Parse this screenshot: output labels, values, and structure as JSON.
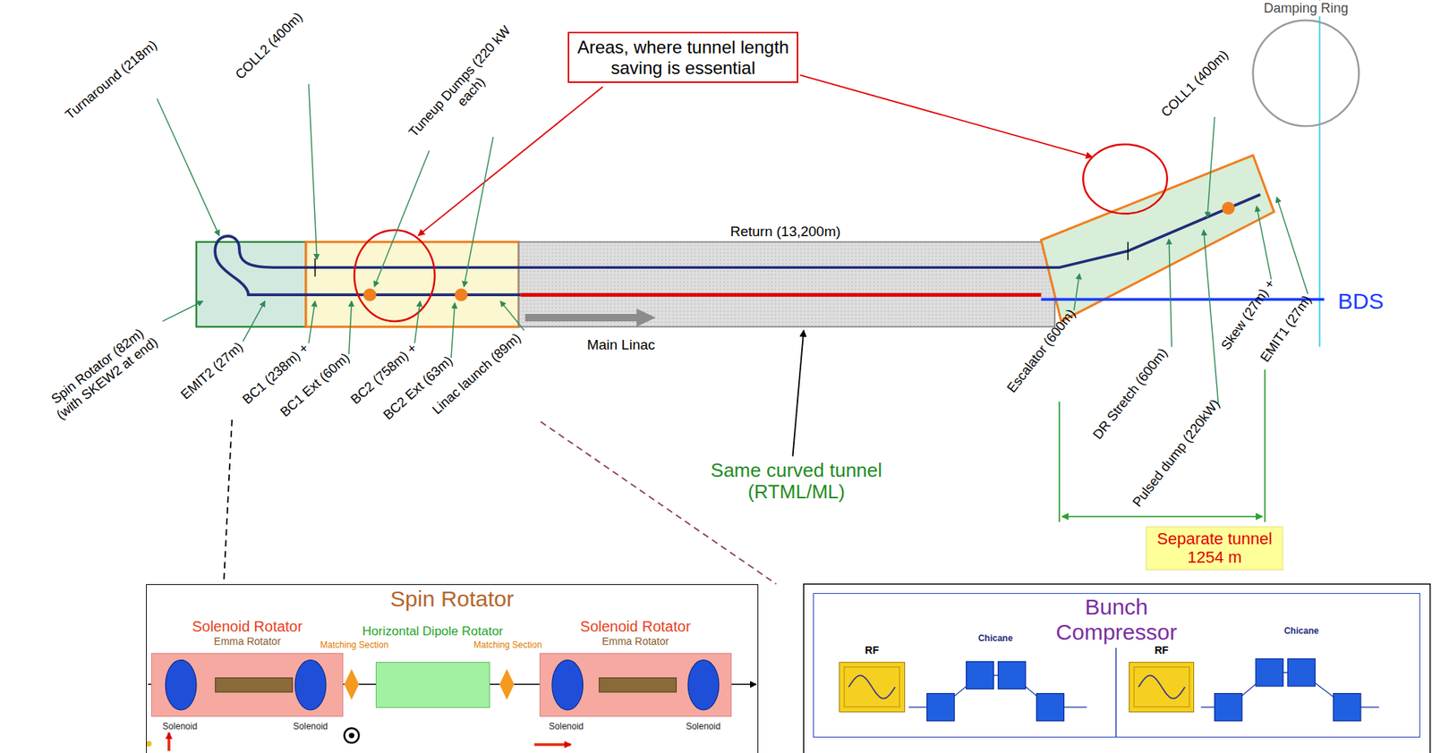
{
  "diagram": {
    "nodes": [
      {
        "text": [
          "Areas, where tunnel length saving is essential"
        ]
      },
      {
        "text": [
          "Separate tunnel 1254 m"
        ]
      },
      {
        "text": [
          "Spin Rotator"
        ]
      },
      {
        "text": [
          "Solenoid Rotator",
          "Emma Rotator"
        ],
        "in": 2
      },
      {
        "text": [
          "Horizontal Dipole Rotator"
        ],
        "in": 2
      },
      {
        "text": [
          "Solenoid Rotator",
          "Emma Rotator"
        ],
        "in": 2
      },
      {
        "text": [
          "Bunch Compressor"
        ]
      },
      {
        "text": [
          "RF"
        ],
        "in": 6
      },
      {
        "text": [
          "RF"
        ],
        "in": 6
      },
      {
        "text": [
          "Damping Ring"
        ]
      }
    ],
    "labels": [
      "Turnaround (218m)",
      "COLL2 (400m)",
      "Tuneup Dumps (220 kW each)",
      "Return (13,200m)",
      "Main Linac",
      "Same curved tunnel (RTML/ML)",
      "COLL1 (400m)",
      "Escalator (600m)",
      "DR Stretch (600m)",
      "Pulsed dump (220kW)",
      "Skew (27m) +",
      "EMIT1 (27m)",
      "BDS",
      "Spin Rotator (82m) (with SKEW2 at end)",
      "EMIT2 (27m)",
      "BC1 (238m) +",
      "BC1 Ext (60m)",
      "BC2 (758m) +",
      "BC2 Ext (63m)",
      "Linac launch (89m)",
      "Matching Section",
      "Matching Section",
      "Solenoid",
      "Solenoid",
      "Solenoid",
      "Solenoid",
      "Chicane",
      "Chicane"
    ]
  }
}
